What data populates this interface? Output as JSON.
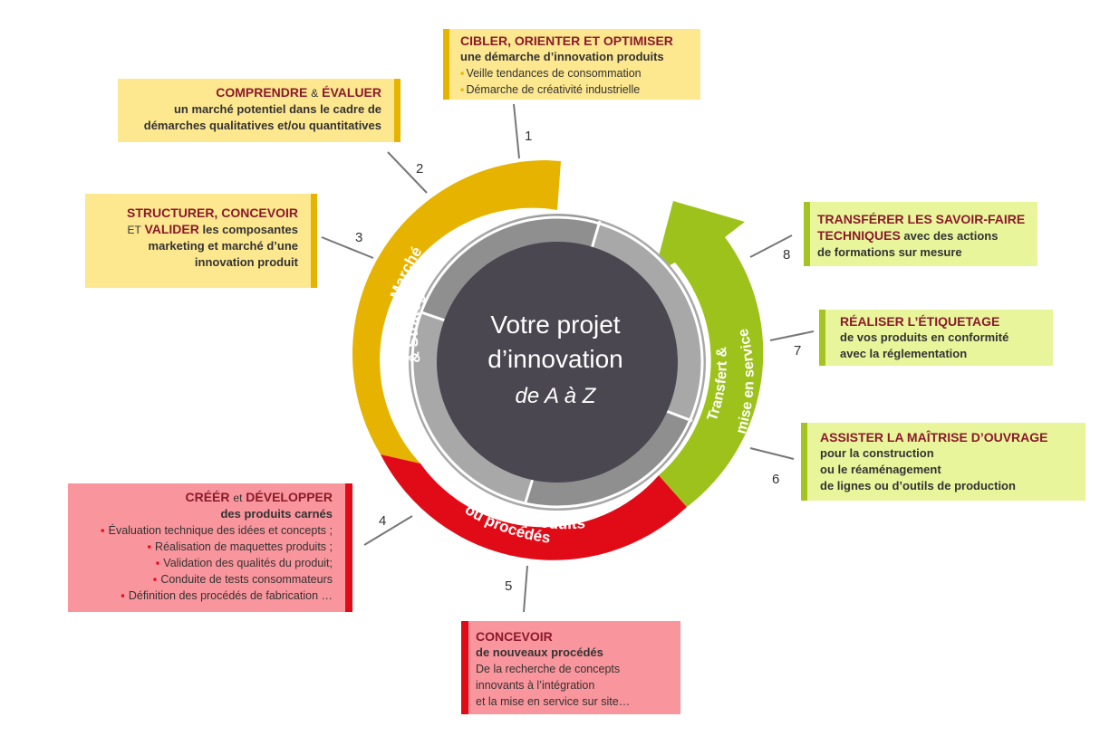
{
  "center": {
    "line1": "Votre projet",
    "line2": "d’innovation",
    "line3": "de A à Z"
  },
  "arcs": {
    "marketing": {
      "line1": "Marketing, Marché",
      "line2": "& Stratégies",
      "color": "#e6b400"
    },
    "developpement": {
      "line1": "Développement produits",
      "line2": "ou procédés",
      "color": "#e10b17"
    },
    "transfert": {
      "line1": "Transfert &",
      "line2": "mise en service",
      "color": "#9dc21c"
    }
  },
  "numbers": [
    "1",
    "2",
    "3",
    "4",
    "5",
    "6",
    "7",
    "8"
  ],
  "boxes": {
    "b1": {
      "title": "CIBLER, ORIENTER ET OPTIMISER",
      "subtitle": "une démarche d’innovation produits",
      "items": [
        "Veille  tendances de consommation",
        "Démarche de créativité industrielle"
      ]
    },
    "b2": {
      "title_a": "COMPRENDRE",
      "amp": "&",
      "title_b": "ÉVALUER",
      "line1": "un marché potentiel dans le cadre de",
      "line2": "démarches qualitatives et/ou quantitatives"
    },
    "b3": {
      "title": "STRUCTURER, CONCEVOIR",
      "et": "ET",
      "valider": "VALIDER",
      "line1_rest": "les composantes",
      "line2": "marketing et marché d’une",
      "line3": "innovation produit"
    },
    "b4": {
      "title_a": "CRÉÉR",
      "et": "et",
      "title_b": "DÉVELOPPER",
      "subtitle": "des produits carnés",
      "items": [
        "Évaluation technique des idées et concepts ;",
        "Réalisation de maquettes produits ;",
        "Validation des qualités du produit;",
        "Conduite de tests consommateurs",
        "Définition des procédés de fabrication …"
      ]
    },
    "b5": {
      "title": "CONCEVOIR",
      "subtitle": "de nouveaux procédés",
      "lines": [
        "De la recherche de concepts",
        "innovants à l’intégration",
        "et la mise en service sur site…"
      ]
    },
    "b6": {
      "title": "ASSISTER LA MAÎTRISE D’OUVRAGE",
      "lines": [
        "pour la construction",
        "ou le réaménagement",
        "de lignes ou d’outils de production"
      ]
    },
    "b7": {
      "title": "RÉALISER L’ÉTIQUETAGE",
      "lines": [
        "de vos produits en conformité",
        "avec la réglementation"
      ]
    },
    "b8": {
      "title_line1": "TRANSFÉRER LES SAVOIR-FAIRE",
      "title_line2": "TECHNIQUES",
      "line2_rest": "avec des actions",
      "line3": "de formations sur mesure"
    }
  }
}
